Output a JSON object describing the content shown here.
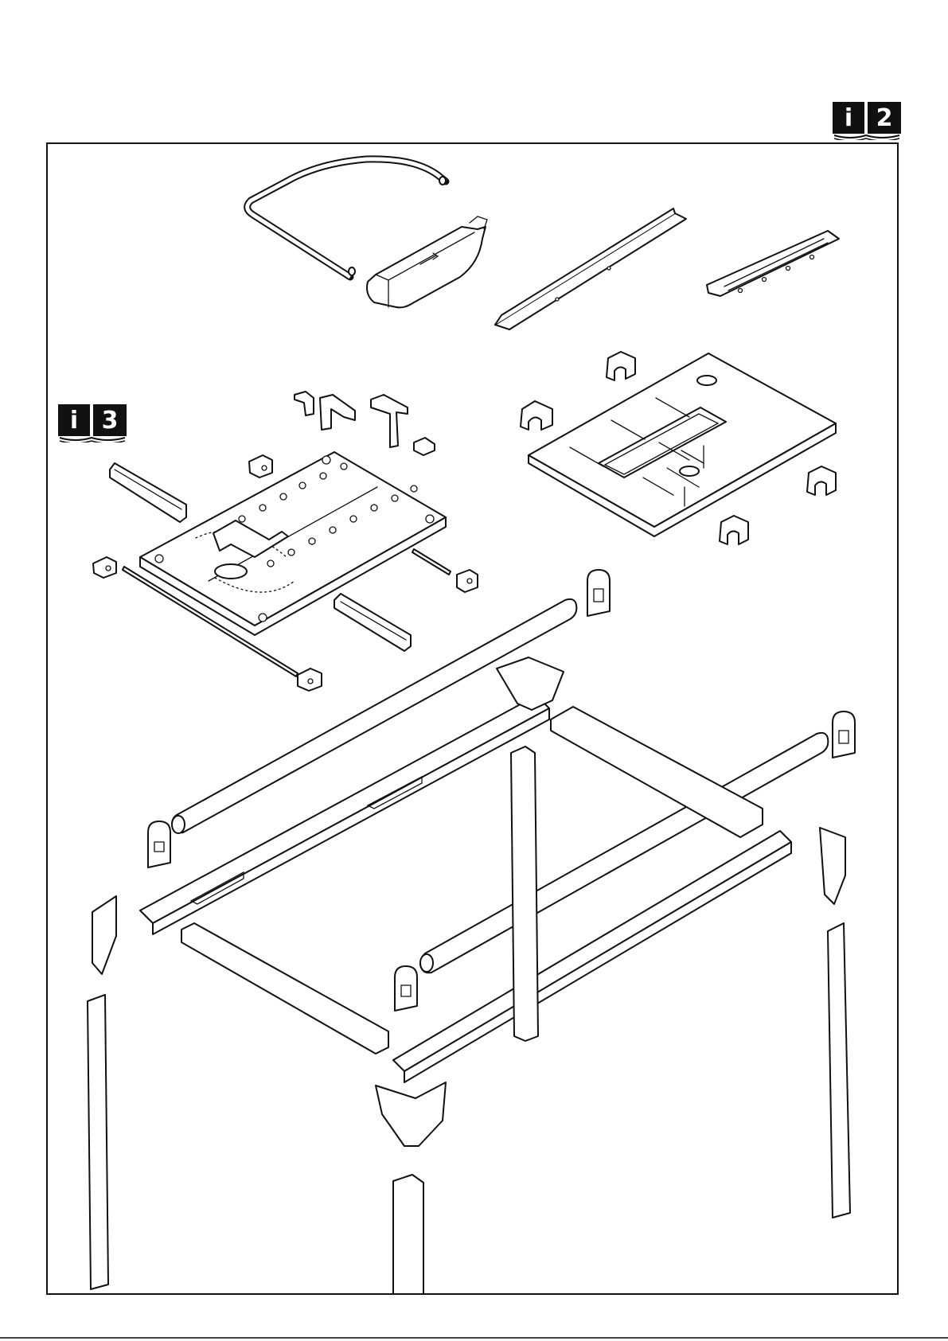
{
  "page": {
    "badges": {
      "top_right": {
        "letter": "i",
        "number": "2"
      },
      "left": {
        "letter": "i",
        "number": "3"
      }
    }
  }
}
